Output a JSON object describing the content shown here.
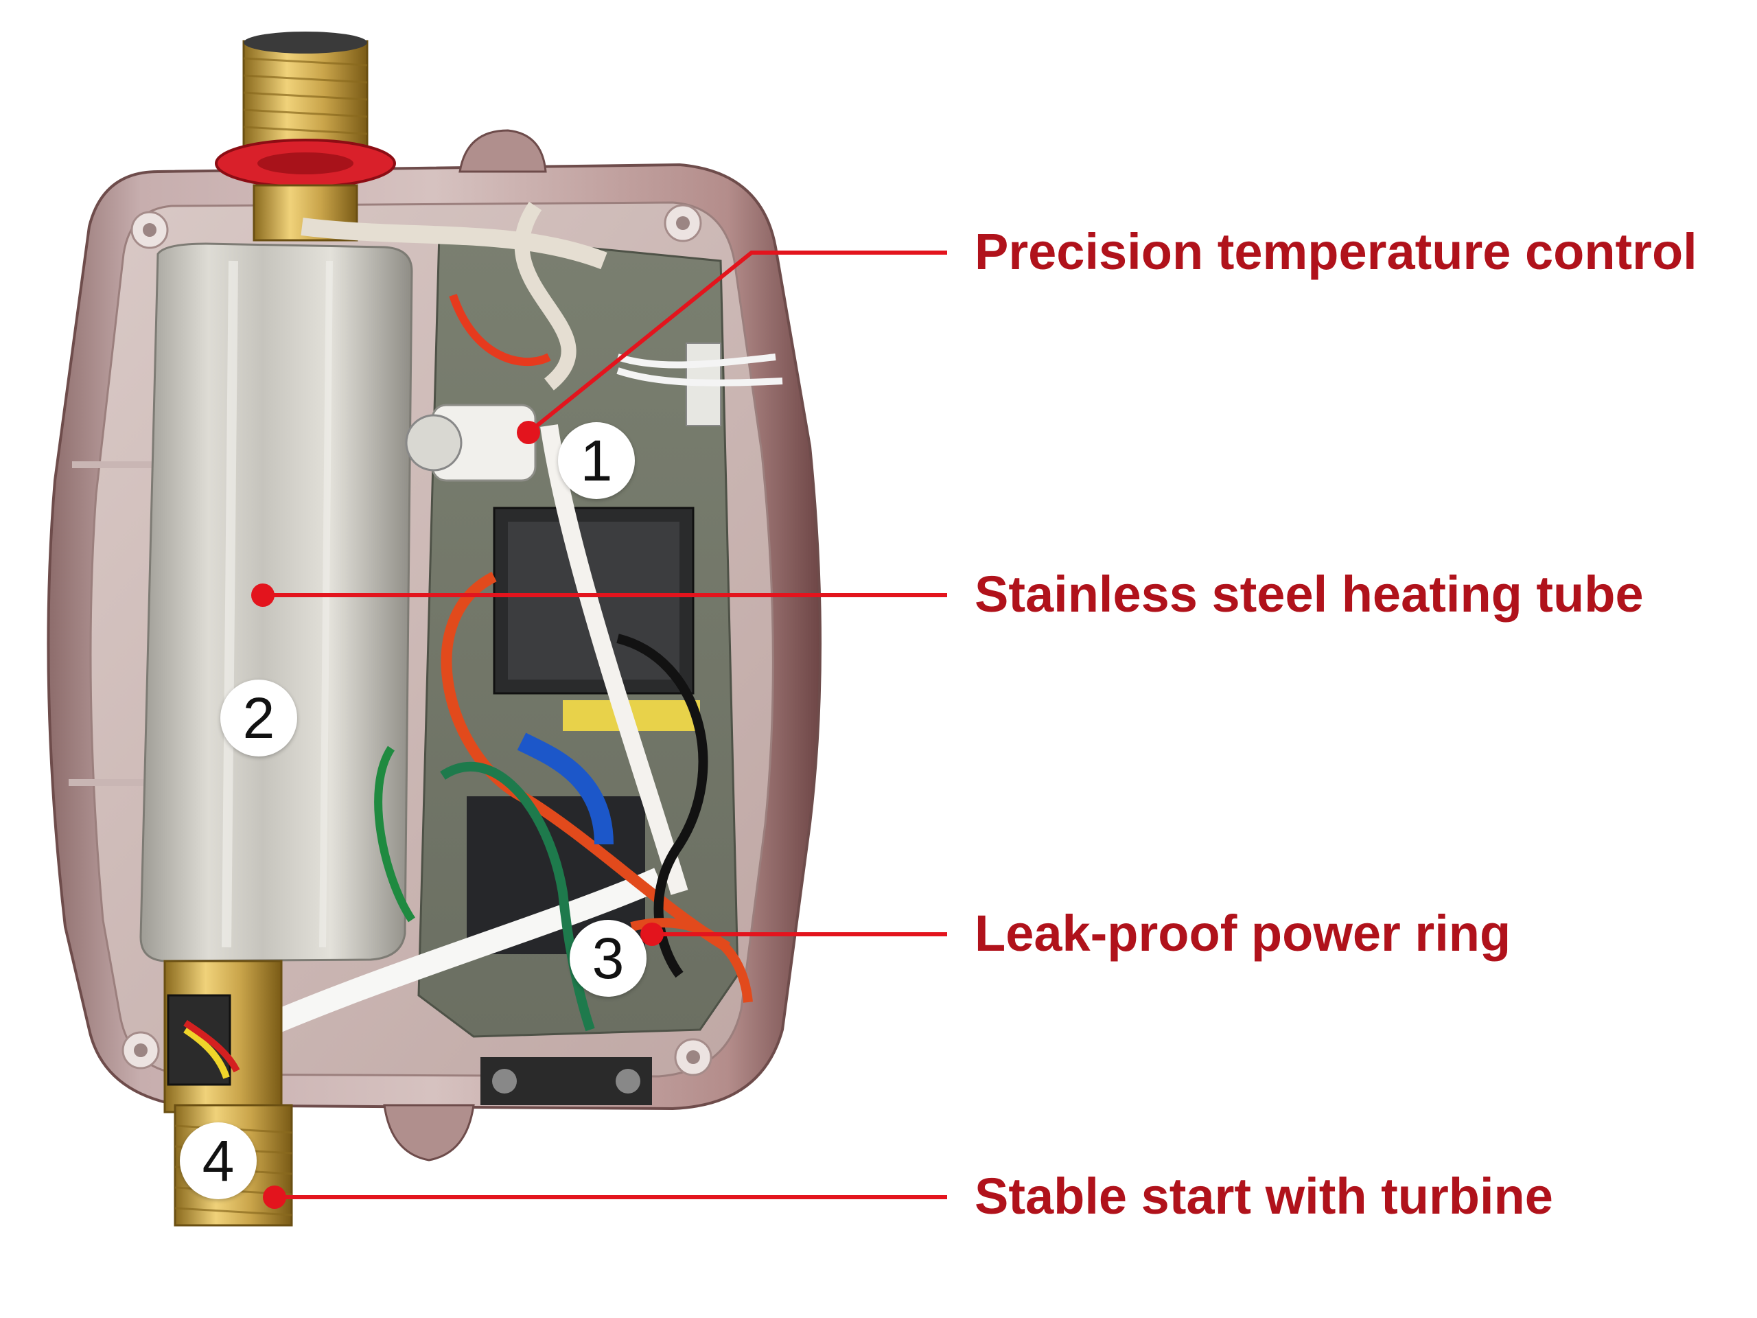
{
  "image": {
    "subject": "internals of a tankless electric water heater",
    "colors": {
      "callout": "#b0121b",
      "shell": "#a88a88",
      "brass": "#c9a44a",
      "steel": "#c9c8c2"
    }
  },
  "callouts": [
    {
      "number": "1",
      "label": "Precision temperature control"
    },
    {
      "number": "2",
      "label": "Stainless steel heating tube"
    },
    {
      "number": "3",
      "label": "Leak-proof power ring"
    },
    {
      "number": "4",
      "label": "Stable start with turbine"
    }
  ]
}
